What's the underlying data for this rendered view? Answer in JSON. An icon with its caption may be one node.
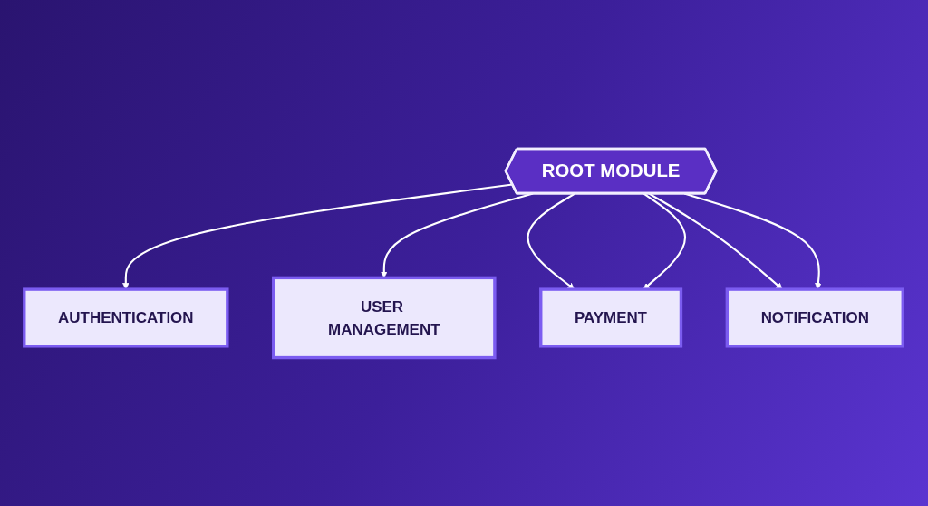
{
  "diagram": {
    "nodes": [
      {
        "text": [
          "AUTHENTICATION"
        ]
      },
      {
        "text": [
          "USER MANAGEMENT"
        ]
      },
      {
        "text": [
          "ROOT MODULE"
        ]
      },
      {
        "text": [
          "PAYMENT"
        ]
      },
      {
        "text": [
          "NOTIFICATION"
        ]
      }
    ],
    "edges": [
      {
        "from": 2,
        "to": 0,
        "arrow": "to"
      },
      {
        "from": 2,
        "to": 1,
        "arrow": "to"
      },
      {
        "from": 2,
        "to": 3,
        "arrow": "to"
      },
      {
        "from": 2,
        "to": 3,
        "arrow": "to"
      },
      {
        "from": 2,
        "to": 4,
        "arrow": "to"
      },
      {
        "from": 2,
        "to": 4,
        "arrow": "to"
      }
    ]
  }
}
